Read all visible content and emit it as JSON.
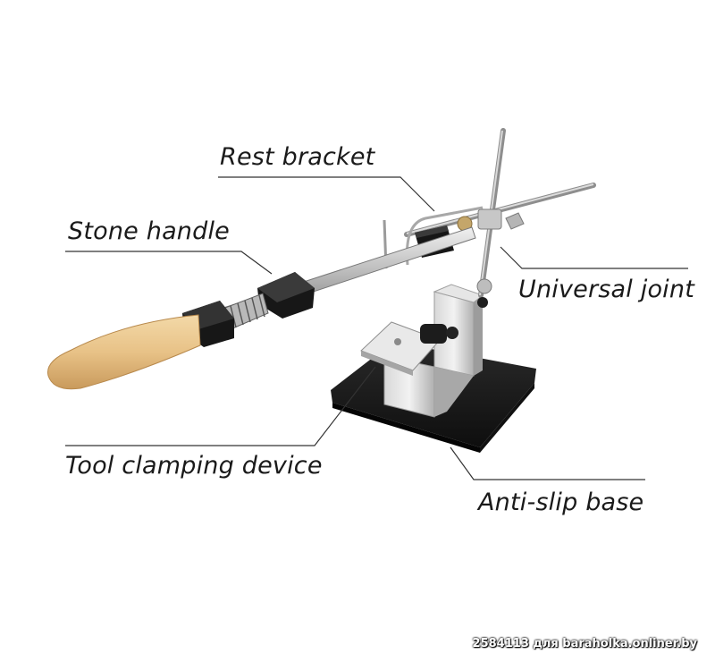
{
  "labels": {
    "rest_bracket": "Rest bracket",
    "stone_handle": "Stone handle",
    "universal_joint": "Universal joint",
    "tool_clamping_device": "Tool clamping device",
    "anti_slip_base": "Anti-slip base"
  },
  "watermark": "2584113 для baraholka.onliner.by"
}
